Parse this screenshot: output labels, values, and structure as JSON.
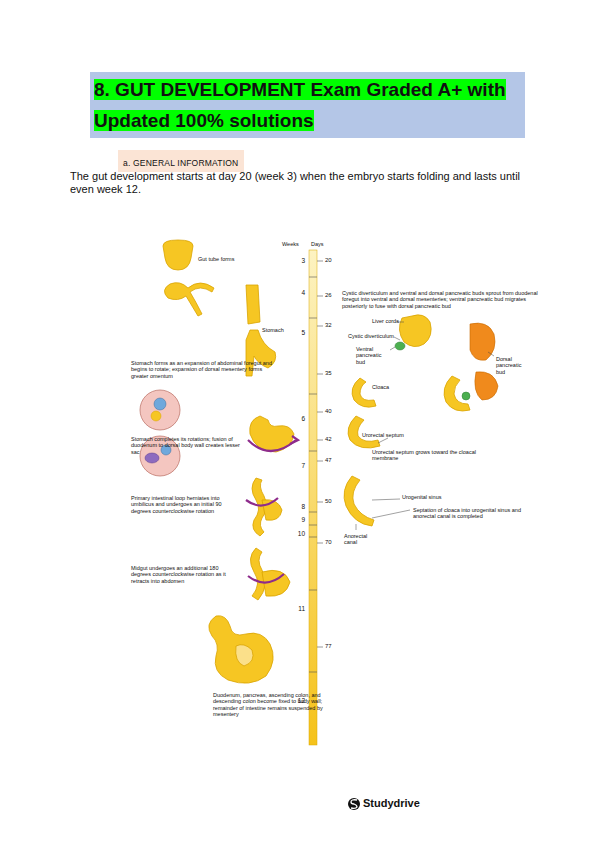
{
  "diagram": {
    "title": "8. GUT DEVELOPMENT Exam Graded A+ with Updated 100% solutions",
    "nodes": [
      {
        "text": [
          "a. GENERAL INFORMATION"
        ]
      }
    ],
    "labels": [
      "The gut development starts at day 20 (week 3) when the embryo starts folding and lasts until even week 12.",
      "Weeks",
      "Days",
      "3",
      "4",
      "5",
      "6",
      "7",
      "8",
      "9",
      "10",
      "11",
      "12",
      "20",
      "26",
      "32",
      "35",
      "40",
      "42",
      "47",
      "50",
      "70",
      "77",
      "Gut tube forms",
      "Stomach",
      "Stomach forms as an expansion of abdominal foregut and begins to rotate; expansion of dorsal mesentery forms greater omentum",
      "Cystic diverticulum and ventral and dorsal pancreatic buds sprout from duodenal foregut into ventral and dorsal mesenteries; ventral pancreatic bud migrates posteriorly to fuse with dorsal pancreatic bud",
      "Liver cords",
      "Cystic diverticulum",
      "Ventral pancreatic bud",
      "Dorsal pancreatic bud",
      "Cloaca",
      "Stomach completes its rotations; fusion of duodenum to dorsal body wall creates lesser sac",
      "Urorectal septum",
      "Urorectal septum grows toward the cloacal membrane",
      "Primary intestinal loop herniates into umbilicus and undergoes an initial 90 degrees counterclockwise rotation",
      "Urogenital sinus",
      "Septation of cloaca into urogenital sinus and anorectal canal is completed",
      "Anorectal canal",
      "Midgut undergoes an additional 180 degrees counterclockwise rotation as it retracts into abdomen",
      "Duodenum, pancreas, ascending colon, and descending colon become fixed to body wall; remainder of intestine remains suspended by mesentery",
      "Studydrive"
    ]
  }
}
